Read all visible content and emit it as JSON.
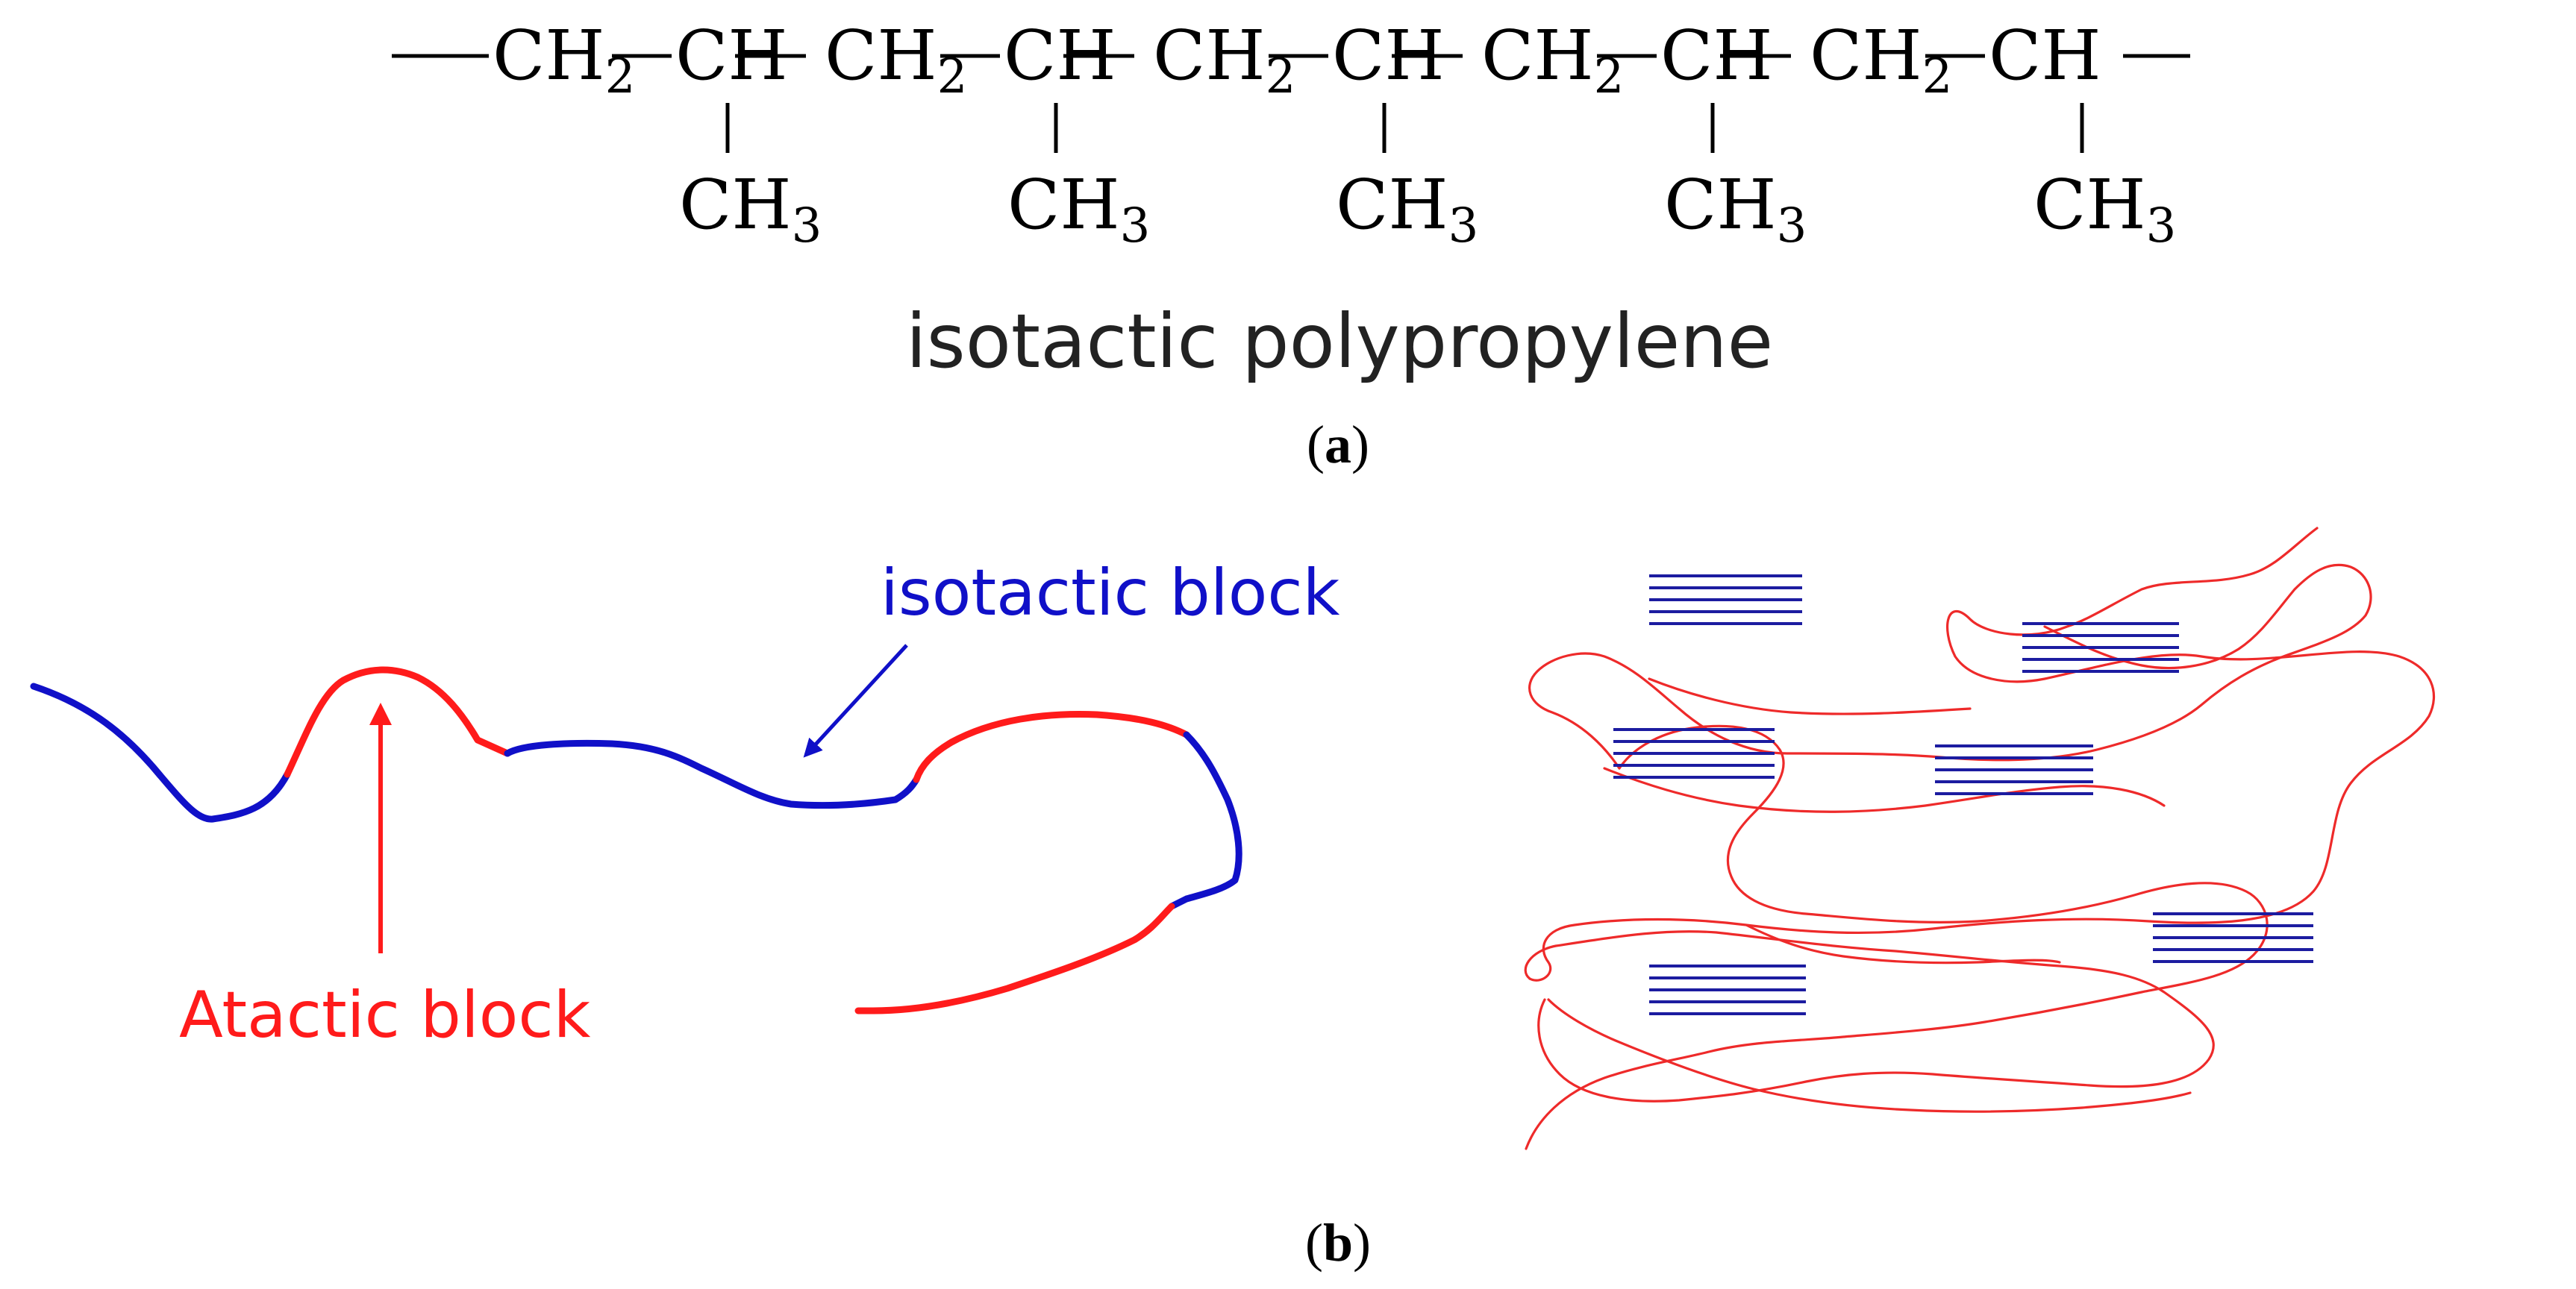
{
  "formula": {
    "ch2": "CH",
    "ch2_sub": "2",
    "ch": "CH",
    "ch3": "CH",
    "ch3_sub": "3"
  },
  "panel_a": {
    "caption": "isotactic polypropylene",
    "label_open": "(",
    "label_letter": "a",
    "label_close": ")"
  },
  "panel_b": {
    "isotactic_label": "isotactic block",
    "atactic_label": "Atactic block",
    "label_open": "(",
    "label_letter": "b",
    "label_close": ")"
  },
  "colors": {
    "atactic": "#ff1b1b",
    "isotactic": "#1010c8",
    "tangle": "#ee2a2a",
    "lamella": "#1c1ca0"
  }
}
